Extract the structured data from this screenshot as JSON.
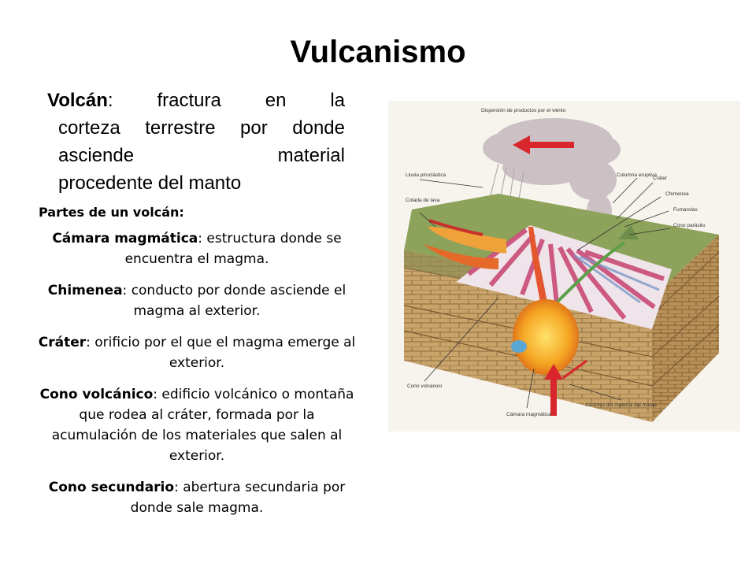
{
  "slide": {
    "title": "Vulcanismo",
    "definition": {
      "term": "Volcán",
      "line1_rest": "fractura en la",
      "line2": "corteza terrestre por donde",
      "line3": "asciende material",
      "line4": "procedente del manto"
    },
    "parts_heading": "Partes de un volcán:",
    "parts": [
      {
        "term": "Cámara magmática",
        "desc": "estructura donde se encuentra el magma."
      },
      {
        "term": "Chimenea",
        "desc": "conducto por donde asciende el magma al exterior."
      },
      {
        "term": "Cráter",
        "desc": "orificio por el que el magma emerge al exterior."
      },
      {
        "term": "Cono volcánico",
        "desc": "edificio volcánico o montaña que rodea al cráter, formada por la acumulación de los materiales que salen al exterior."
      },
      {
        "term": "Cono secundario",
        "desc": "abertura secundaria por donde sale magma."
      }
    ]
  },
  "diagram": {
    "labels": {
      "wind": "Dispersión de productos por el viento",
      "rain": "Lluvia piroclástica",
      "lava": "Colada de lava",
      "column": "Columna eruptiva",
      "crater": "Cráter",
      "chimney": "Chimenea",
      "fumaroles": "Fumarolas",
      "parasite": "Cono parásito",
      "cone": "Cono volcánico",
      "chamber": "Cámara magmática",
      "ascent": "Ascenso del material del manto"
    }
  }
}
